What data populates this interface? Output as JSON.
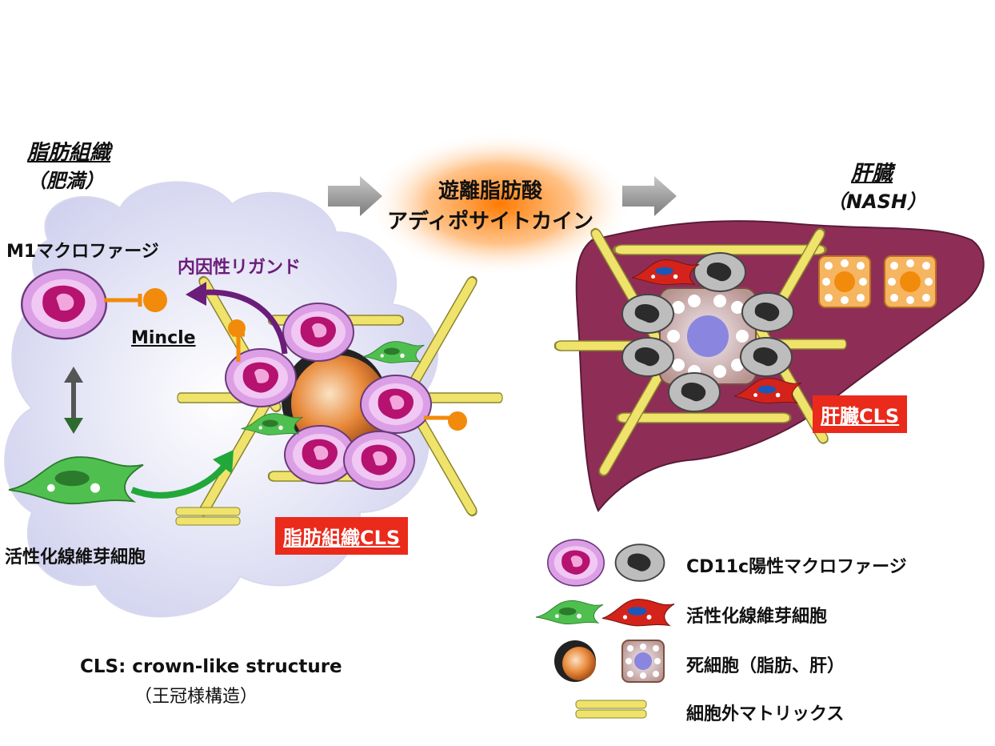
{
  "adipose": {
    "title": "脂肪組織",
    "subtitle": "（肥満）"
  },
  "liver": {
    "title": "肝臓",
    "subtitle": "（NASH）"
  },
  "center": {
    "line1": "遊離脂肪酸",
    "line2": "アディポサイトカイン"
  },
  "labels": {
    "m1": "M1マクロファージ",
    "mincle": "Mincle",
    "ligand": "内因性リガンド",
    "fibroblast": "活性化線維芽細胞",
    "adipose_cls": "脂肪組織CLS",
    "liver_cls": "肝臓CLS"
  },
  "footnote": {
    "line1": "CLS: crown-like structure",
    "line2": "（王冠様構造）"
  },
  "legend": [
    {
      "label": "CD11c陽性マクロファージ"
    },
    {
      "label": "活性化線維芽細胞"
    },
    {
      "label": "死細胞（脂肪、肝）"
    },
    {
      "label": "細胞外マトリックス"
    }
  ],
  "colors": {
    "cloud": "#dcdcf2",
    "liver": "#8e2e57",
    "macrophage": "#dc9fe6",
    "nucleus": "#b6126f",
    "fibroblast": "#4fc04f",
    "fibroblast_red": "#d4231a",
    "matrix": "#efe36b",
    "dead_cell": "#e8893a",
    "label_red": "#ea2a1b",
    "arrow_green": "#22a83a",
    "ligand_purple": "#6b1d7a"
  }
}
